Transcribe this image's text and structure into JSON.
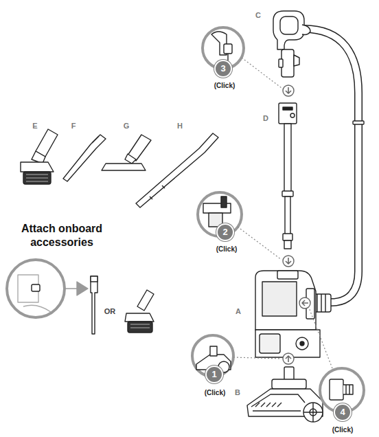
{
  "diagram": {
    "labels": [
      "C",
      "3",
      "(Click)",
      "D",
      "E",
      "F",
      "G",
      "H",
      "Attach onboard accessories",
      "2",
      "(Click)",
      "OR",
      "A",
      "1",
      "(Click)",
      "B",
      "4",
      "(Click)"
    ]
  }
}
